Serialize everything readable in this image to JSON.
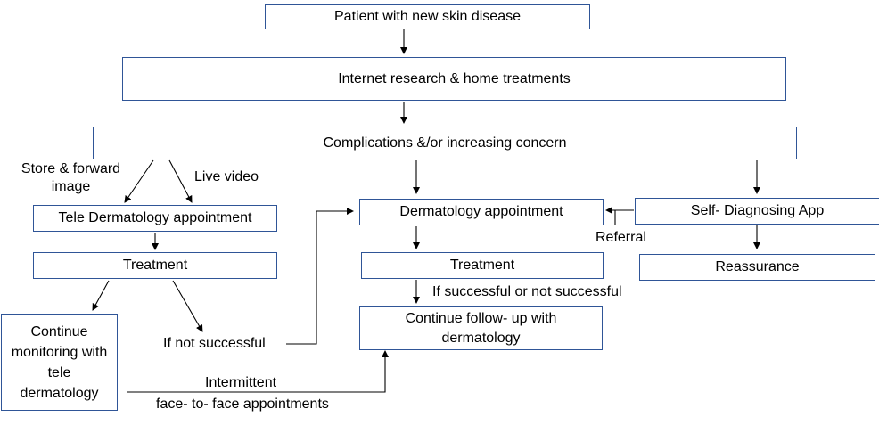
{
  "nodes": {
    "patient": "Patient with new skin disease",
    "internet": "Internet research & home treatments",
    "complications": "Complications &/or increasing concern",
    "tele_appt": "Tele Dermatology appointment",
    "tele_treatment": "Treatment",
    "continue_monitoring": "Continue monitoring with tele dermatology",
    "derm_appt": "Dermatology appointment",
    "derm_treatment": "Treatment",
    "continue_followup": "Continue follow- up with dermatology",
    "self_app": "Self- Diagnosing App",
    "reassurance": "Reassurance"
  },
  "labels": {
    "store_forward": "Store & forward image",
    "live_video": "Live video",
    "referral": "Referral",
    "if_successful": "If successful or not successful",
    "if_not_successful": "If not successful",
    "intermittent_1": "Intermittent",
    "intermittent_2": "face- to- face appointments"
  },
  "colors": {
    "box_border": "#2f5597",
    "arrow": "#000000"
  }
}
